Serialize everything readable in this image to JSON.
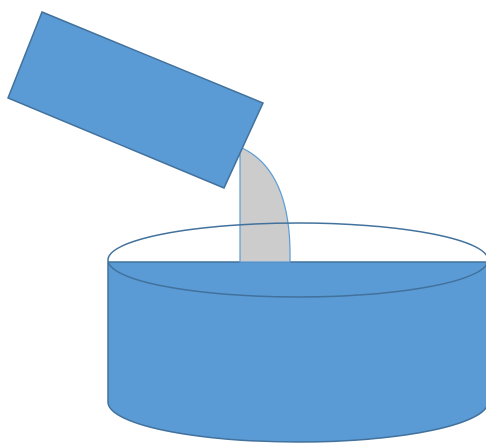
{
  "figure": {
    "shapes": [
      {
        "name": "tilted-box",
        "fill": "#5b9bd5",
        "stroke": "#41719c"
      },
      {
        "name": "pouring-stream",
        "fill": "#cccccc",
        "stroke": "#5b9bd5"
      },
      {
        "name": "cylinder-container",
        "fill": "#5b9bd5",
        "stroke": "#41719c"
      }
    ]
  }
}
